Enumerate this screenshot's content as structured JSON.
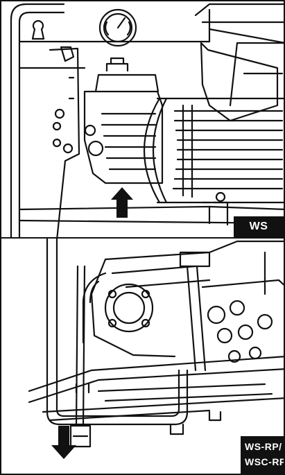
{
  "panels": [
    {
      "id": "top",
      "label": "WS",
      "arrow": "up"
    },
    {
      "id": "bottom",
      "label_lines": [
        "WS-RP/",
        "WSC-RP"
      ],
      "arrow": "down"
    }
  ],
  "colors": {
    "line": "#111111",
    "background": "#ffffff",
    "tag_bg": "#111111",
    "tag_text": "#ffffff"
  }
}
